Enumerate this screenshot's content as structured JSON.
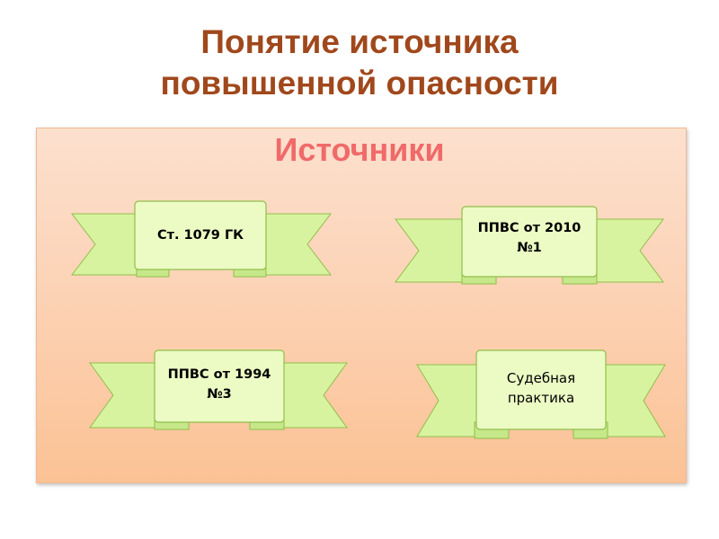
{
  "slide": {
    "title": "Понятие источника\nповышенной опасности",
    "panel_heading": "Источники"
  },
  "sources": [
    {
      "label": "Ст. 1079 ГК"
    },
    {
      "label": "ППВС от 2010\n№1"
    },
    {
      "label": "ППВС от 1994\n№3"
    },
    {
      "label": "Судебная\nпрактика"
    }
  ],
  "colors": {
    "title": "#a0481c",
    "heading": "#f06a6a",
    "ribbon_fill": "#ecfbc4",
    "ribbon_side": "#d8f3a0",
    "ribbon_stroke": "#8fbf4a"
  }
}
